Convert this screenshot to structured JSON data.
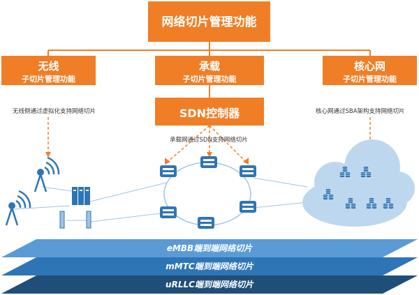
{
  "top": {
    "title": "网络切片管理功能"
  },
  "wireless": {
    "title": "无线",
    "subtitle": "子切片管理功能",
    "note": "无线侧通过虚拟化支持网络切片"
  },
  "transport": {
    "title": "承载",
    "subtitle": "子切片管理功能",
    "note": "承载网通过SDN支持网络切片"
  },
  "core": {
    "title": "核心网",
    "subtitle": "子切片管理功能",
    "note": "核心网通过SBA架构支持网络切片"
  },
  "sdn": {
    "title": "SDN控制器"
  },
  "layers": [
    {
      "label": "eMBB端到端网络切片",
      "color": "#5b9bd5"
    },
    {
      "label": "mMTC端到端网络切片",
      "color": "#2e75b6"
    },
    {
      "label": "uRLLC端到端网络切片",
      "color": "#1f4e79"
    }
  ],
  "colors": {
    "orange": "#f07e26",
    "connector": "#f07e26",
    "network_line": "#9dc3e6",
    "icon_blue": "#2e75b6"
  },
  "icons": [
    "antenna-icon",
    "server-rack-icon",
    "router-icon",
    "cloud-icon",
    "database-icon"
  ]
}
